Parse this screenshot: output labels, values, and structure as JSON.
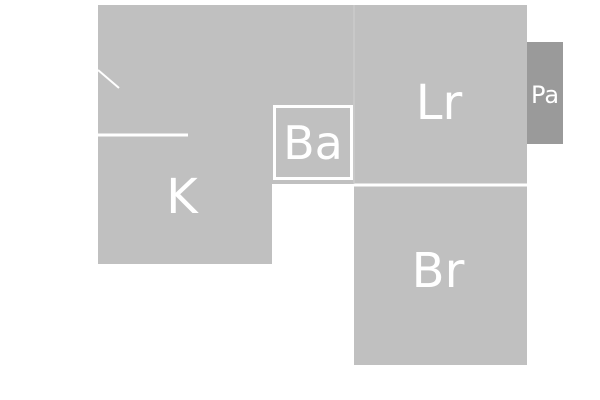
{
  "floor_plan": {
    "colors": {
      "room_fill": "#c0c0c0",
      "patio_fill": "#9a9a9a",
      "wall_line": "#ffffff",
      "label_text": "#ffffff",
      "background": "#ffffff"
    },
    "rooms": {
      "kitchen": {
        "label": "K"
      },
      "bathroom": {
        "label": "Ba"
      },
      "living_room": {
        "label": "Lr"
      },
      "bedroom": {
        "label": "Br"
      },
      "patio": {
        "label": "Pa"
      }
    }
  }
}
